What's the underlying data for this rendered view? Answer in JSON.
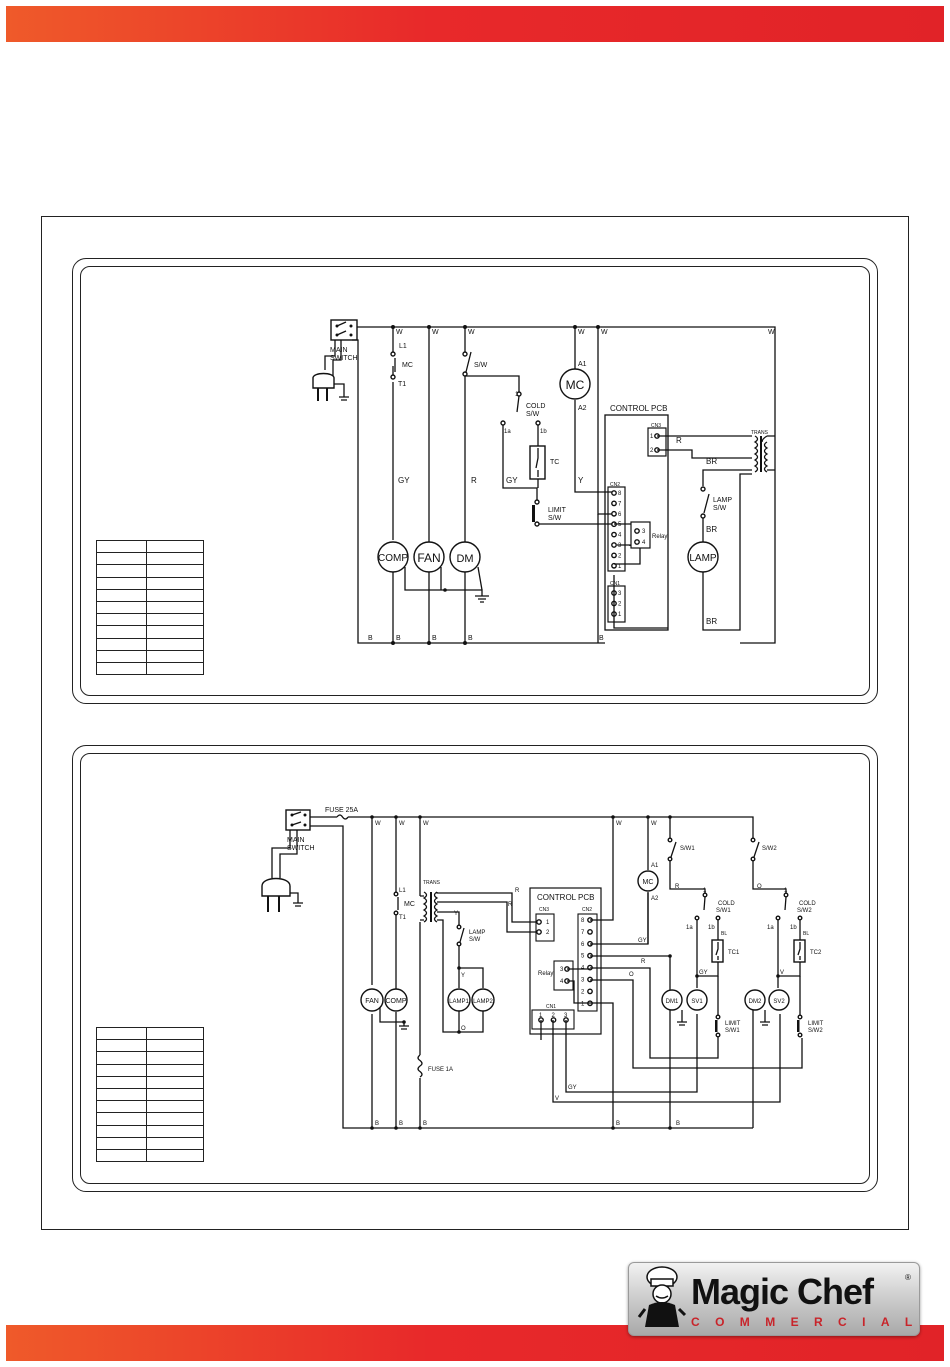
{
  "colors": {
    "header_bar": "#e8292a",
    "logo_accent": "#c8242a"
  },
  "legend_rows": 11,
  "diagram1": {
    "main_switch": [
      "MAIN",
      "SWITCH"
    ],
    "w": "W",
    "b": "B",
    "gy": "GY",
    "r": "R",
    "y": "Y",
    "br": "BR",
    "l1": "L1",
    "t1": "T1",
    "mc_contact": "MC",
    "sw": "S/W",
    "cold_sw": [
      "COLD",
      "S/W"
    ],
    "t_1": "1",
    "t_1a": "1a",
    "t_1b": "1b",
    "tc": "TC",
    "limit_sw": [
      "LIMIT",
      "S/W"
    ],
    "a1": "A1",
    "a2": "A2",
    "mc_motor": "MC",
    "control_pcb": "CONTROL PCB",
    "cn3": "CN3",
    "cn2": "CN2",
    "cn1": "CN1",
    "relay": "Relay",
    "trans": "TRANS",
    "lamp_sw": [
      "LAMP",
      "S/W"
    ],
    "comp": "COMP",
    "fan": "FAN",
    "dm": "DM",
    "lamp": "LAMP",
    "cn2_pins": [
      "8",
      "7",
      "6",
      "5",
      "4",
      "3",
      "2",
      "1"
    ],
    "cn3_pins": [
      "1",
      "2"
    ],
    "cn1_pins": [
      "3",
      "2",
      "1"
    ],
    "relay_pins": [
      "3",
      "4"
    ]
  },
  "diagram2": {
    "main_switch": [
      "MAIN",
      "SWITCH"
    ],
    "fuse": "FUSE 25A",
    "fuse2": "FUSE 1A",
    "w": "W",
    "b": "B",
    "y": "Y",
    "r": "R",
    "o": "O",
    "gy": "GY",
    "v": "V",
    "bl": "BL",
    "l1": "L1",
    "t1": "T1",
    "mc_contact": "MC",
    "trans": "TRANS",
    "lamp_sw": [
      "LAMP",
      "S/W"
    ],
    "control_pcb": "CONTROL PCB",
    "cn3": "CN3",
    "cn2": "CN2",
    "cn1": "CN1",
    "relay": "Relay",
    "sw1": "S/W1",
    "sw2": "S/W2",
    "a1": "A1",
    "a2": "A2",
    "mc_motor": "MC",
    "t_1": "1",
    "t_1a": "1a",
    "t_1b": "1b",
    "cold_sw1": [
      "COLD",
      "S/W1"
    ],
    "cold_sw2": [
      "COLD",
      "S/W2"
    ],
    "tc1": "TC1",
    "tc2": "TC2",
    "limit_sw1": [
      "LIMIT",
      "S/W1"
    ],
    "limit_sw2": [
      "LIMIT",
      "S/W2"
    ],
    "fan": "FAN",
    "comp": "COMP",
    "lamp1": "LAMP1",
    "lamp2": "LAMP2",
    "dm1": "DM1",
    "sv1": "SV1",
    "dm2": "DM2",
    "sv2": "SV2",
    "cn2_pins": [
      "8",
      "7",
      "6",
      "5",
      "4",
      "3",
      "2",
      "1"
    ],
    "cn3_pins": [
      "1",
      "2"
    ],
    "cn1_pins": [
      "1",
      "2",
      "3"
    ],
    "relay_pins": [
      "3",
      "4"
    ]
  },
  "logo": {
    "brand": "Magic Chef",
    "registered": "®",
    "sub": "COMMERCIAL"
  }
}
